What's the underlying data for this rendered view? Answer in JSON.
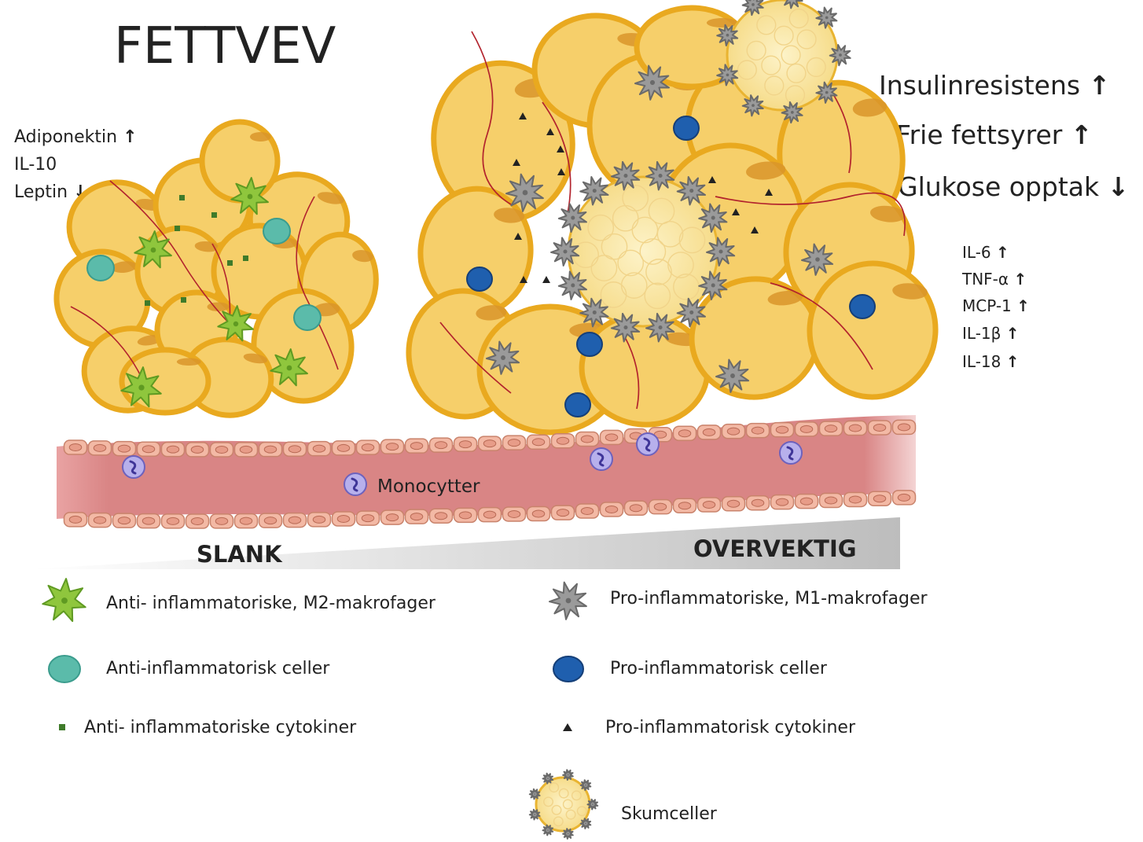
{
  "title": "FETTVEV",
  "lean_markers": [
    {
      "label": "Adiponektin",
      "arrow": "↑"
    },
    {
      "label": "IL-10",
      "arrow": ""
    },
    {
      "label": "Leptin",
      "arrow": "↓"
    }
  ],
  "obese_effects": [
    {
      "label": "Insulinresistens",
      "arrow": "↑"
    },
    {
      "label": "Frie fettsyrer",
      "arrow": "↑"
    },
    {
      "label": "Glukose opptak",
      "arrow": "↓"
    }
  ],
  "obese_cytokines": [
    {
      "label": "IL-6",
      "arrow": "↑"
    },
    {
      "label": "TNF-α",
      "arrow": "↑"
    },
    {
      "label": "MCP-1",
      "arrow": "↑"
    },
    {
      "label": "IL-1β",
      "arrow": "↑"
    },
    {
      "label": "IL-18",
      "arrow": "↑"
    }
  ],
  "vessel_label": "Monocytter",
  "gradient": {
    "left_label": "SLANK",
    "right_label": "OVERVEKTIG"
  },
  "legend": [
    {
      "icon": "m2-macrophage-icon",
      "label": "Anti- inflammatoriske, M2-makrofager"
    },
    {
      "icon": "m1-macrophage-icon",
      "label": "Pro-inflammatoriske, M1-makrofager"
    },
    {
      "icon": "anti-inflammatory-cell-icon",
      "label": "Anti-inflammatorisk celler"
    },
    {
      "icon": "pro-inflammatory-cell-icon",
      "label": "Pro-inflammatorisk celler"
    },
    {
      "icon": "anti-inflammatory-cytokine-icon",
      "label": "Anti- inflammatoriske cytokiner"
    },
    {
      "icon": "pro-inflammatory-cytokine-icon",
      "label": "Pro-inflammatorisk cytokiner"
    },
    {
      "icon": "foam-cell-icon",
      "label": "Skumceller"
    }
  ],
  "colors": {
    "adipocyte_fill": "#f6cf6a",
    "adipocyte_edge": "#e9a91f",
    "adipocyte_nucleus": "#d9952a",
    "m2_macrophage": "#8fc63d",
    "m1_macrophage": "#9a9a9a",
    "anti_cell": "#5bbbaa",
    "pro_cell": "#1f5fae",
    "vessel": "#dc8a8a",
    "vessel_wall": "#f3b9a5",
    "monocyte": "#8a7fd1",
    "capillary": "#b2232d"
  }
}
